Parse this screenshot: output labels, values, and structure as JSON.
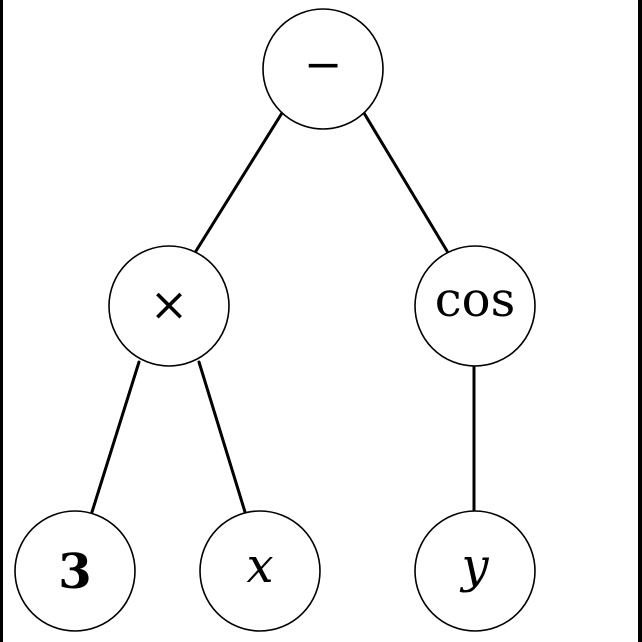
{
  "tree": {
    "root": {
      "label": "−"
    },
    "left": {
      "label": "×"
    },
    "right": {
      "label": "cos"
    },
    "leaf_left": {
      "label": "3"
    },
    "leaf_mid": {
      "label": "x"
    },
    "leaf_right": {
      "label": "y"
    }
  }
}
